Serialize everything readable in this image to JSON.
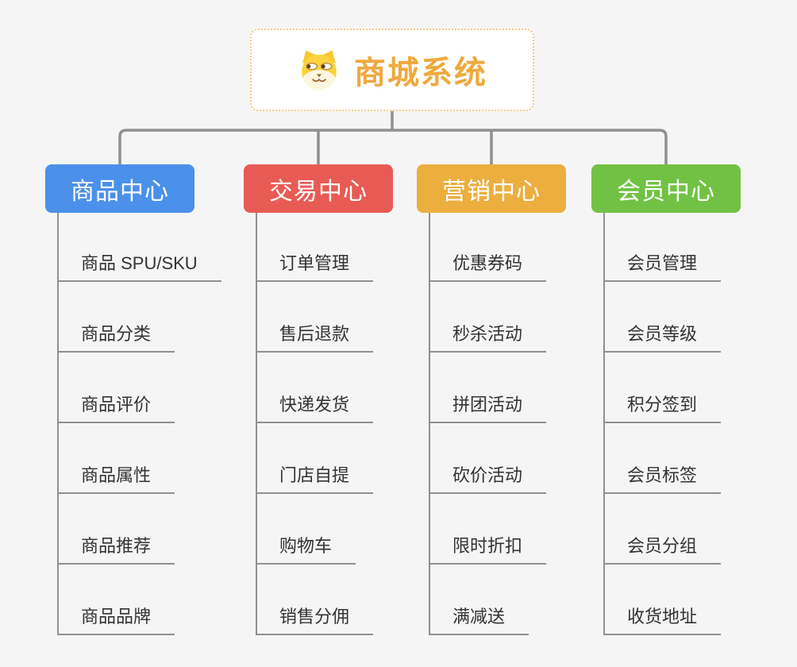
{
  "canvas": {
    "background": "#f5f5f5",
    "connector_color": "#8f8f8f"
  },
  "root": {
    "title": "商城系统",
    "title_color": "#efa93f",
    "border_color": "#f3cb87",
    "icon": "dog-icon"
  },
  "branches": [
    {
      "label": "商品中心",
      "color": "#4b90ea",
      "items": [
        "商品 SPU/SKU",
        "商品分类",
        "商品评价",
        "商品属性",
        "商品推荐",
        "商品品牌"
      ]
    },
    {
      "label": "交易中心",
      "color": "#e85b55",
      "items": [
        "订单管理",
        "售后退款",
        "快递发货",
        "门店自提",
        "购物车",
        "销售分佣"
      ]
    },
    {
      "label": "营销中心",
      "color": "#ecae3e",
      "items": [
        "优惠券码",
        "秒杀活动",
        "拼团活动",
        "砍价活动",
        "限时折扣",
        "满减送"
      ]
    },
    {
      "label": "会员中心",
      "color": "#71c244",
      "items": [
        "会员管理",
        "会员等级",
        "积分签到",
        "会员标签",
        "会员分组",
        "收货地址"
      ]
    }
  ]
}
